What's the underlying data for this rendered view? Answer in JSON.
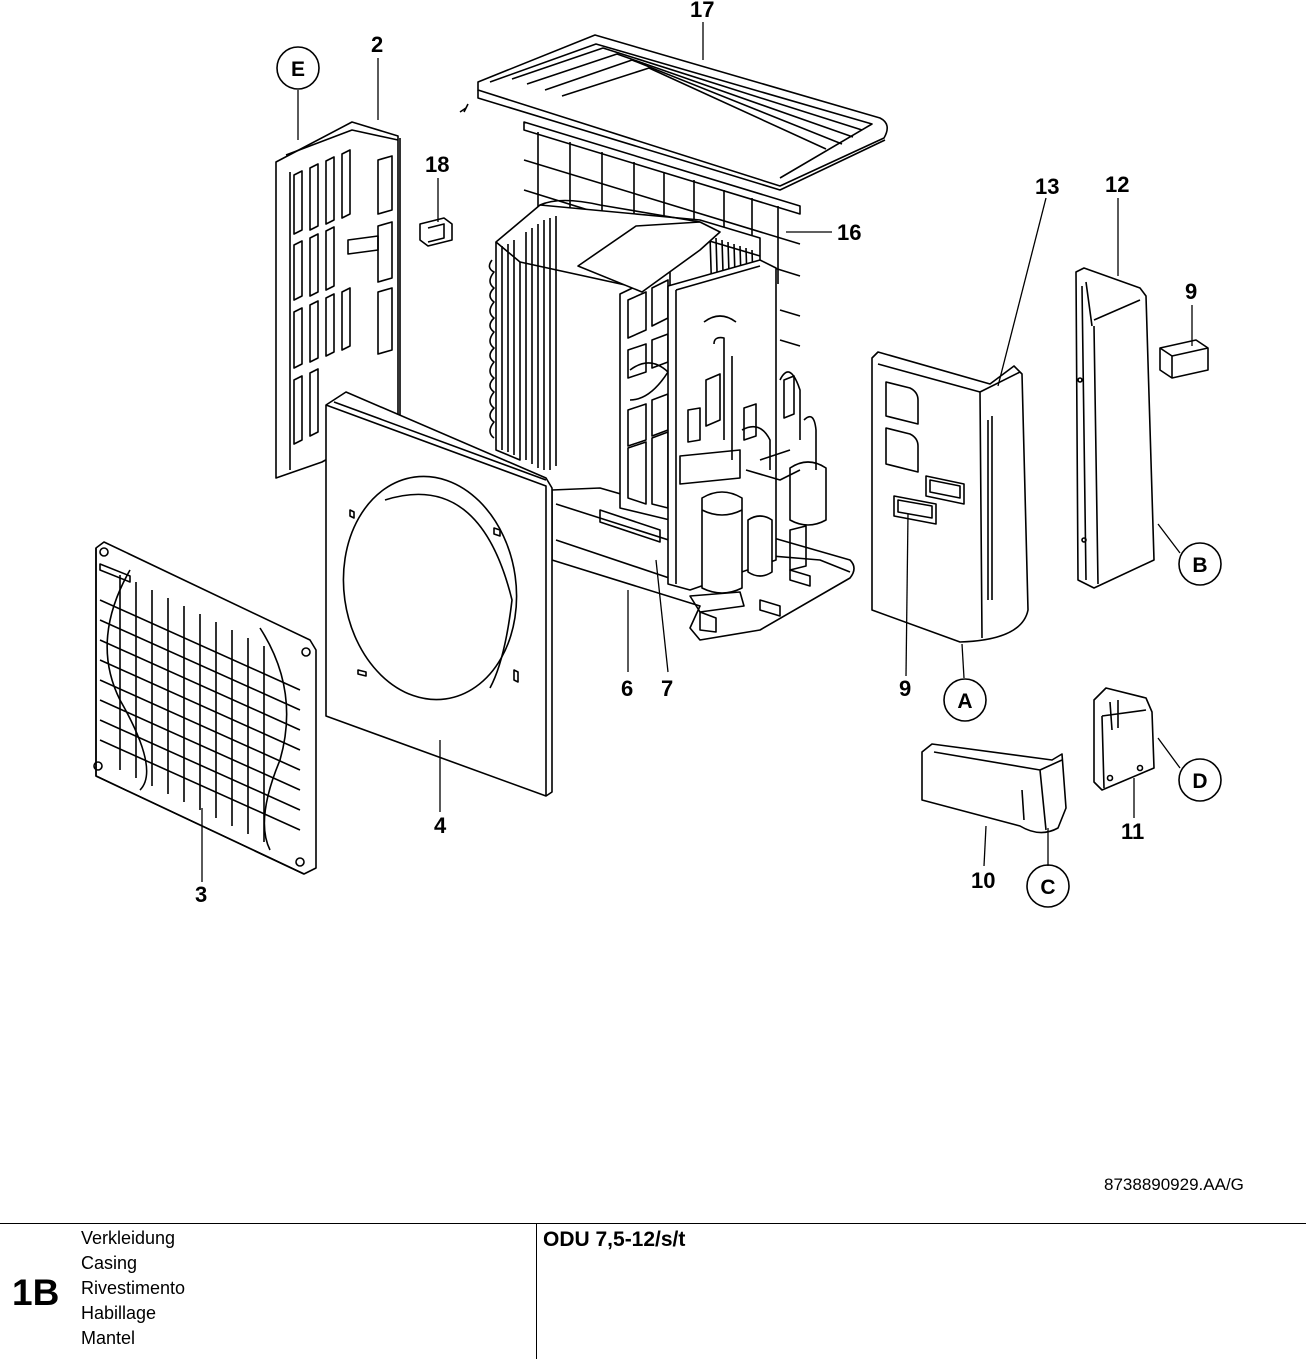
{
  "diagram": {
    "part_numbers": {
      "n17": "17",
      "n2": "2",
      "n18": "18",
      "n16": "16",
      "n13": "13",
      "n12": "12",
      "n9a": "9",
      "n9b": "9",
      "n6": "6",
      "n7": "7",
      "n3": "3",
      "n4": "4",
      "n10": "10",
      "n11": "11"
    },
    "detail_letters": {
      "E": "E",
      "A": "A",
      "B": "B",
      "C": "C",
      "D": "D"
    }
  },
  "reference_number": "8738890929.AA/G",
  "footer": {
    "section_code": "1B",
    "titles": [
      "Verkleidung",
      "Casing",
      "Rivestimento",
      "Habillage",
      "Mantel"
    ],
    "model": "ODU 7,5-12/s/t"
  }
}
